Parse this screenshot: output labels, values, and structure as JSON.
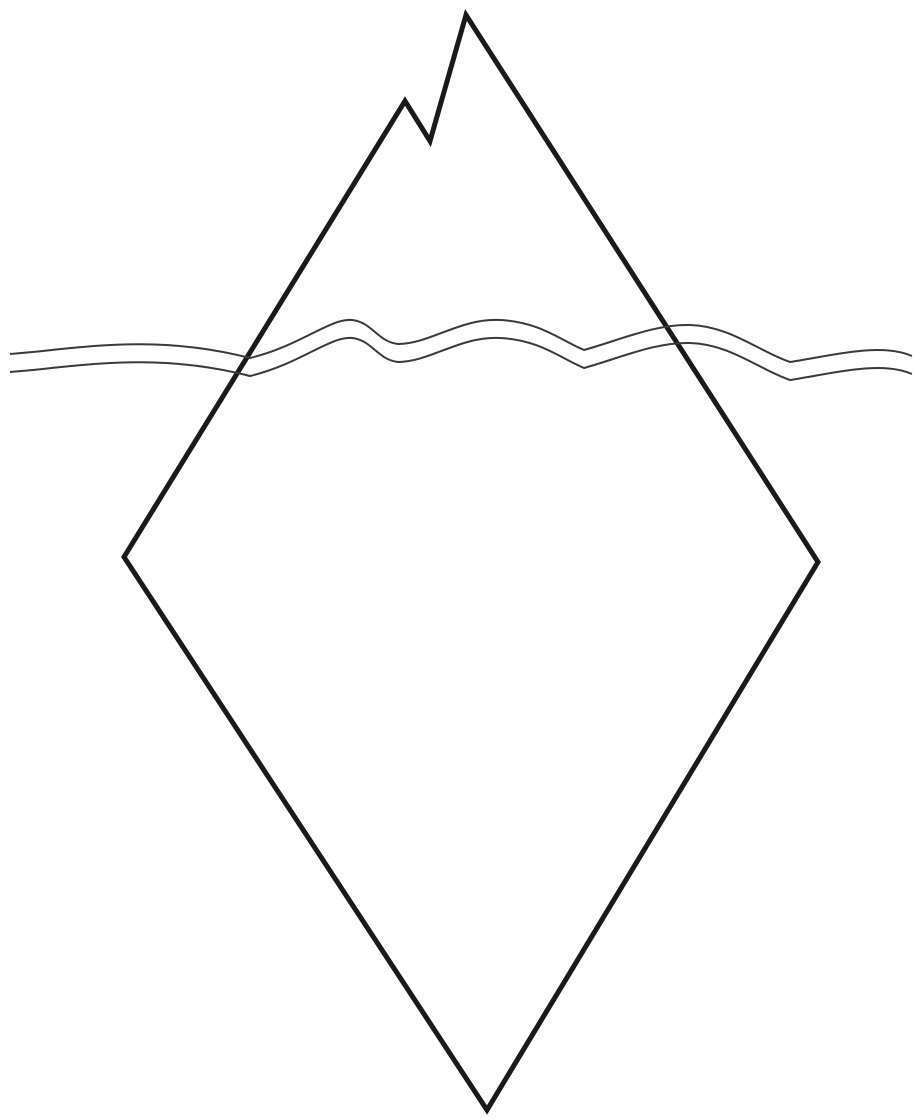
{
  "diagram": {
    "type": "iceberg",
    "colors": {
      "background": "#ffffff",
      "iceberg_outline": "#1a1a1a",
      "waterline": "#3a3a3a"
    },
    "elements": [
      "iceberg-outline",
      "waterline-upper",
      "waterline-lower"
    ]
  }
}
